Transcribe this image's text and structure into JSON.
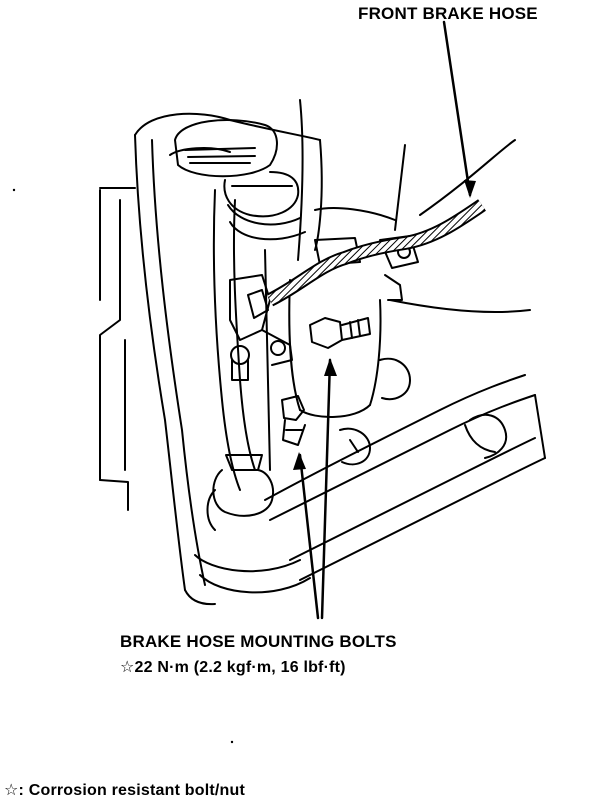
{
  "labels": {
    "front_brake_hose": "FRONT BRAKE HOSE",
    "mounting_bolts": "BRAKE HOSE MOUNTING BOLTS",
    "torque_spec": "☆22 N·m (2.2 kgf·m, 16 lbf·ft)",
    "legend": "☆: Corrosion resistant bolt/nut"
  },
  "colors": {
    "ink": "#000000",
    "paper": "#ffffff"
  }
}
